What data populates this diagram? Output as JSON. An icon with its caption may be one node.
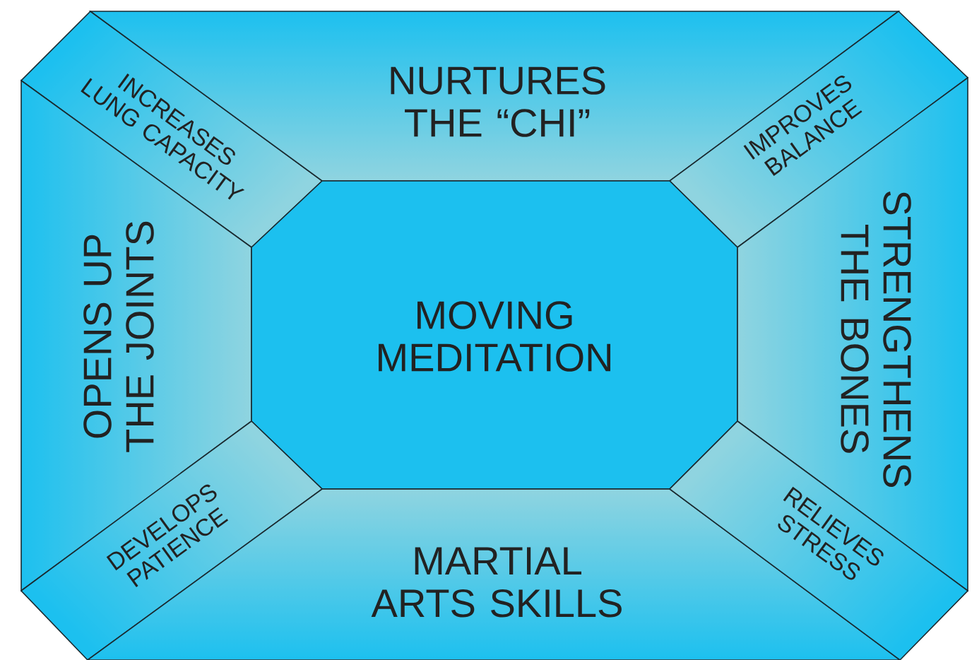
{
  "diagram": {
    "nodes": [
      {
        "text": [
          "INCREASES LUNG CAPACITY"
        ]
      },
      {
        "text": [
          "NURTURES THE “CHI”"
        ]
      },
      {
        "text": [
          "IMPROVES BALANCE"
        ]
      },
      {
        "text": [
          "OPENS UP THE JOINTS"
        ]
      },
      {
        "text": [
          "MOVING MEDITATION"
        ]
      },
      {
        "text": [
          "STRENGTHENS THE BONES"
        ]
      },
      {
        "text": [
          "DEVELOPS PATIENCE"
        ]
      },
      {
        "text": [
          "MARTIAL ARTS SKILLS"
        ]
      },
      {
        "text": [
          "RELIEVES STRESS"
        ]
      }
    ]
  }
}
